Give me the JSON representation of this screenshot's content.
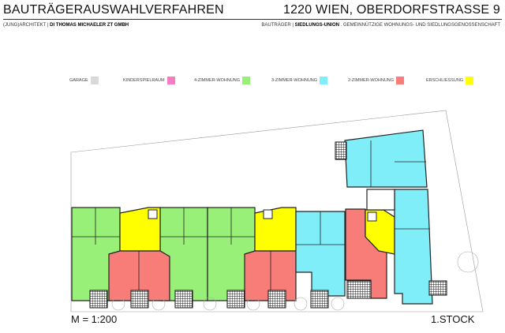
{
  "header": {
    "title": "BAUTRÄGERAUSWAHLVERFAHREN",
    "address": "1220 WIEN, OBERDORFSTRASSE 9",
    "architect_prefix": "(JUNG)ARCHITEKT |",
    "architect_name": "DI THOMAS MICHAELER ZT GMBH",
    "developer_prefix": "BAUTRÄGER |",
    "developer_name": "SIEDLUNGS-UNION",
    "developer_suffix": ". GEMEINNÜTZIGE WOHNUNGS- UND SIEDLUNGSGENOSSENSCHAFT"
  },
  "legend": [
    {
      "label": "GARAGE",
      "color": "#d9d9d9"
    },
    {
      "label": "KINDERSPIELRAUM",
      "color": "#f47ec0"
    },
    {
      "label": "4-ZIMMER-WOHNUNG",
      "color": "#98f078"
    },
    {
      "label": "3-ZIMMER-WOHNUNG",
      "color": "#80eef8"
    },
    {
      "label": "2-ZIMMER-WOHNUNG",
      "color": "#f87c78"
    },
    {
      "label": "ERSCHLIESSUNG",
      "color": "#ffff00"
    }
  ],
  "footer": {
    "scale": "M = 1:200",
    "floor": "1.STOCK"
  }
}
